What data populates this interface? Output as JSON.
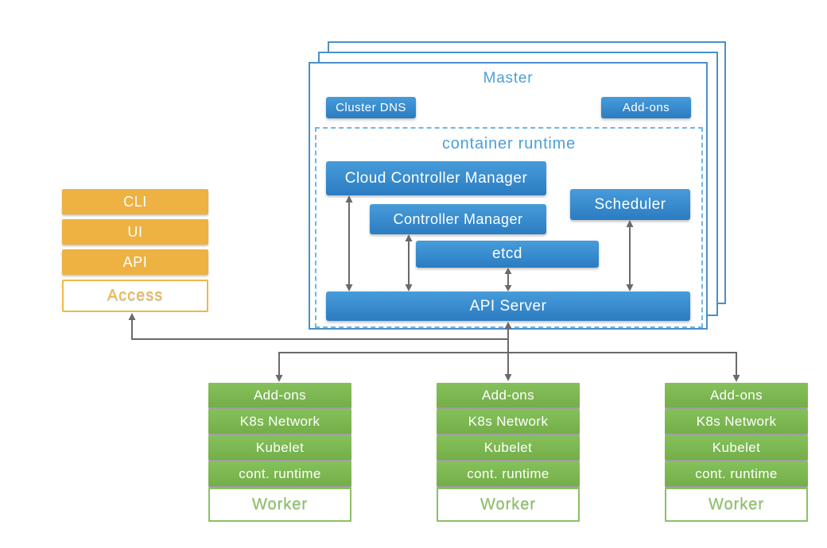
{
  "diagram": {
    "master": {
      "title": "Master",
      "buttons": {
        "cluster_dns": "Cluster DNS",
        "add_ons": "Add-ons"
      },
      "container_runtime": {
        "title": "container runtime",
        "components": {
          "cloud_controller_manager": "Cloud Controller Manager",
          "controller_manager": "Controller Manager",
          "scheduler": "Scheduler",
          "etcd": "etcd",
          "api_server": "API Server"
        }
      }
    },
    "access_stack": {
      "items": [
        "CLI",
        "UI",
        "API"
      ],
      "label": "Access"
    },
    "workers": [
      {
        "rows": [
          "Add-ons",
          "K8s Network",
          "Kubelet",
          "cont. runtime"
        ],
        "label": "Worker"
      },
      {
        "rows": [
          "Add-ons",
          "K8s Network",
          "Kubelet",
          "cont. runtime"
        ],
        "label": "Worker"
      },
      {
        "rows": [
          "Add-ons",
          "K8s Network",
          "Kubelet",
          "cont. runtime"
        ],
        "label": "Worker"
      }
    ],
    "colors": {
      "blue_box_top": "#479cda",
      "blue_box_bottom": "#2b7cc1",
      "master_border": "#4a90c9",
      "dashed_border": "#74b5e3",
      "heading_text": "#4ba0d8",
      "orange": "#edb242",
      "green": "#7db953",
      "worker_accent": "#8ac162",
      "arrow": "#6a6a6a"
    }
  }
}
